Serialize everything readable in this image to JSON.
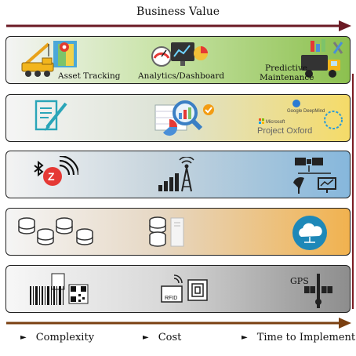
{
  "header": {
    "title": "Business Value",
    "arrow_color": "#6b1a24"
  },
  "layers": [
    {
      "colors": [
        "#f4f4f4",
        "#8cc04f"
      ],
      "items": [
        {
          "label": "Asset Tracking",
          "icon": "crane-truck-map-icon"
        },
        {
          "label": "Analytics/Dashboard",
          "icon": "gauge-chart-icon"
        },
        {
          "label_lines": [
            "Predictive",
            "Maintenance"
          ],
          "icon": "truck-tools-icon"
        }
      ]
    },
    {
      "colors": [
        "#f5f5f5",
        "#f5db68"
      ],
      "items": [
        {
          "icon": "document-pen-icon"
        },
        {
          "icon": "analytics-magnifier-icon"
        },
        {
          "texts": [
            "Google DeepMind",
            "Microsoft",
            "Project Oxford"
          ],
          "icon": "ai-services-logos"
        }
      ]
    },
    {
      "colors": [
        "#f3f3f3",
        "#86b7dc"
      ],
      "items": [
        {
          "icon": "bluetooth-zigbee-wifi-icon"
        },
        {
          "icon": "cell-tower-signal-icon"
        },
        {
          "icon": "satellite-network-icon"
        }
      ]
    },
    {
      "colors": [
        "#f5f5f5",
        "#f1b24f"
      ],
      "items": [
        {
          "icon": "database-cluster-icon"
        },
        {
          "icon": "database-server-icon"
        },
        {
          "icon": "cloud-icon"
        }
      ]
    },
    {
      "colors": [
        "#f7f7f7",
        "#8d8d8d"
      ],
      "items": [
        {
          "icon": "barcode-qr-icon"
        },
        {
          "label": "RFID",
          "icon": "rfid-nfc-icon"
        },
        {
          "label": "GPS",
          "icon": "satellite-icon"
        }
      ]
    }
  ],
  "footer": {
    "arrow_color": "#7a3f10",
    "factors": [
      "Complexity",
      "Cost",
      "Time to Implement"
    ]
  }
}
